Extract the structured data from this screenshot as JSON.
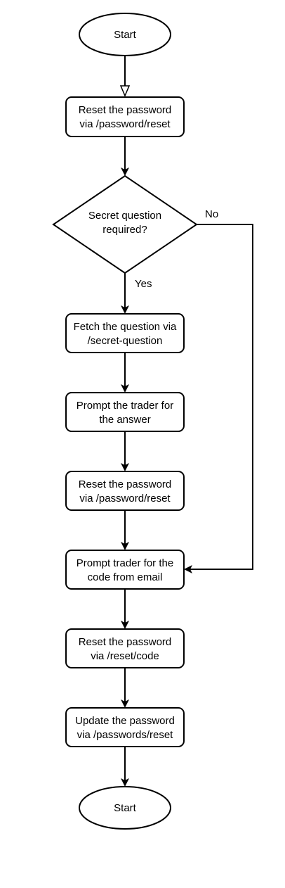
{
  "nodes": {
    "start_top": {
      "line1": "Start"
    },
    "reset_password_1": {
      "line1": "Reset the password",
      "line2": "via /password/reset"
    },
    "secret_question": {
      "line1": "Secret question",
      "line2": "required?"
    },
    "fetch_question": {
      "line1": "Fetch the question via",
      "line2": "/secret-question"
    },
    "prompt_answer": {
      "line1": "Prompt the trader for",
      "line2": "the answer"
    },
    "reset_password_2": {
      "line1": "Reset the password",
      "line2": "via /password/reset"
    },
    "prompt_code": {
      "line1": "Prompt trader for the",
      "line2": "code from email"
    },
    "reset_code": {
      "line1": "Reset the password",
      "line2": "via /reset/code"
    },
    "update_password": {
      "line1": "Update the password",
      "line2": "via /passwords/reset"
    },
    "start_bottom": {
      "line1": "Start"
    }
  },
  "edges": {
    "no_label": "No",
    "yes_label": "Yes"
  }
}
